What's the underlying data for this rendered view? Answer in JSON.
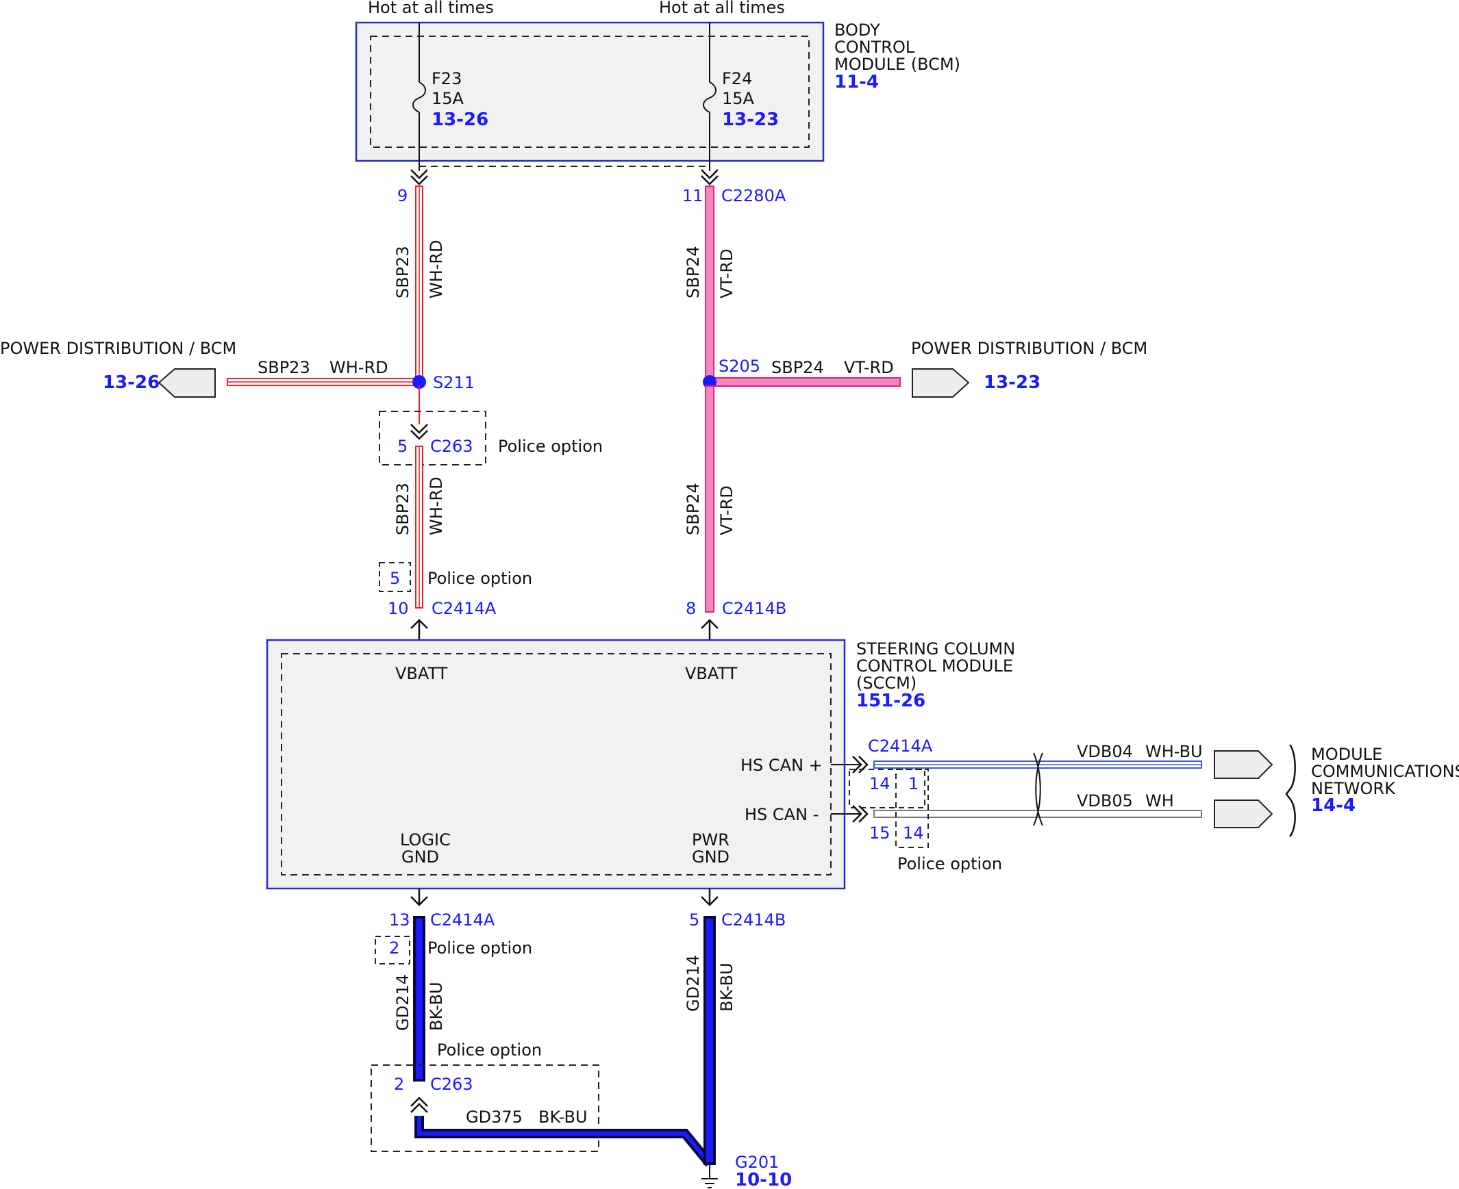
{
  "colors": {
    "module_border": "#2a2ad4",
    "module_fill": "#f1f1f1",
    "pin_blue": "#1a1aff",
    "wire_wh_rd": "#e8202a",
    "wire_vt_rd": "#e8207a",
    "wire_vt_rd_fill": "#f088c0",
    "wire_bk_bu": "#0a0a3a",
    "wire_bk_bu_fill": "#1a1aff",
    "wire_wh_bu": "#3a5ad8",
    "splice_dot": "#1a1aff"
  },
  "header": {
    "hot_left": "Hot at all times",
    "hot_right": "Hot at all times"
  },
  "bcm": {
    "name_lines": [
      "BODY",
      "CONTROL",
      "MODULE (BCM)"
    ],
    "ref": "11-4",
    "fuse_left": {
      "id": "F23",
      "rating": "15A",
      "ref": "13-26"
    },
    "fuse_right": {
      "id": "F24",
      "rating": "15A",
      "ref": "13-23"
    }
  },
  "left_circuit": {
    "pin_top": "9",
    "circuit": "SBP23",
    "color_code": "WH-RD",
    "splice": "S211",
    "branch_title": "POWER DISTRIBUTION / BCM",
    "branch_circuit": "SBP23",
    "branch_color": "WH-RD",
    "branch_ref": "13-26",
    "c263_pin": "5",
    "c263": "C263",
    "police_option": "Police option",
    "circuit_lower": "SBP23",
    "color_lower": "WH-RD",
    "alt_pin": "5",
    "police_option_2": "Police option",
    "pin_bottom": "10",
    "connector_bottom": "C2414A"
  },
  "right_circuit": {
    "pin_top": "11",
    "connector_top": "C2280A",
    "circuit": "SBP24",
    "color_code": "VT-RD",
    "splice": "S205",
    "branch_circuit": "SBP24",
    "branch_color": "VT-RD",
    "branch_title": "POWER DISTRIBUTION / BCM",
    "branch_ref": "13-23",
    "circuit_lower": "SBP24",
    "color_lower": "VT-RD",
    "pin_bottom": "8",
    "connector_bottom": "C2414B"
  },
  "sccm": {
    "name_lines": [
      "STEERING COLUMN",
      "CONTROL MODULE",
      "(SCCM)"
    ],
    "ref": "151-26",
    "vbatt_left": "VBATT",
    "vbatt_right": "VBATT",
    "hs_can_plus": "HS CAN +",
    "hs_can_minus": "HS CAN -",
    "logic_gnd": [
      "LOGIC",
      "GND"
    ],
    "pwr_gnd": [
      "PWR",
      "GND"
    ]
  },
  "can": {
    "connector": "C2414A",
    "pin_plus": "14",
    "pin_minus": "15",
    "alt_pin_plus": "1",
    "alt_pin_minus": "14",
    "police_option": "Police option",
    "circuit_plus": "VDB04",
    "color_plus": "WH-BU",
    "circuit_minus": "VDB05",
    "color_minus": "WH",
    "network_lines": [
      "MODULE",
      "COMMUNICATIONS",
      "NETWORK"
    ],
    "network_ref": "14-4"
  },
  "ground": {
    "left_pin": "13",
    "left_connector": "C2414A",
    "left_alt_pin": "2",
    "police_option_1": "Police option",
    "left_circuit": "GD214",
    "left_color": "BK-BU",
    "police_option_2": "Police option",
    "c263_pin": "2",
    "c263": "C263",
    "gd375": "GD375",
    "gd375_color": "BK-BU",
    "right_pin": "5",
    "right_connector": "C2414B",
    "right_circuit": "GD214",
    "right_color": "BK-BU",
    "ground_point": "G201",
    "ground_ref": "10-10"
  }
}
